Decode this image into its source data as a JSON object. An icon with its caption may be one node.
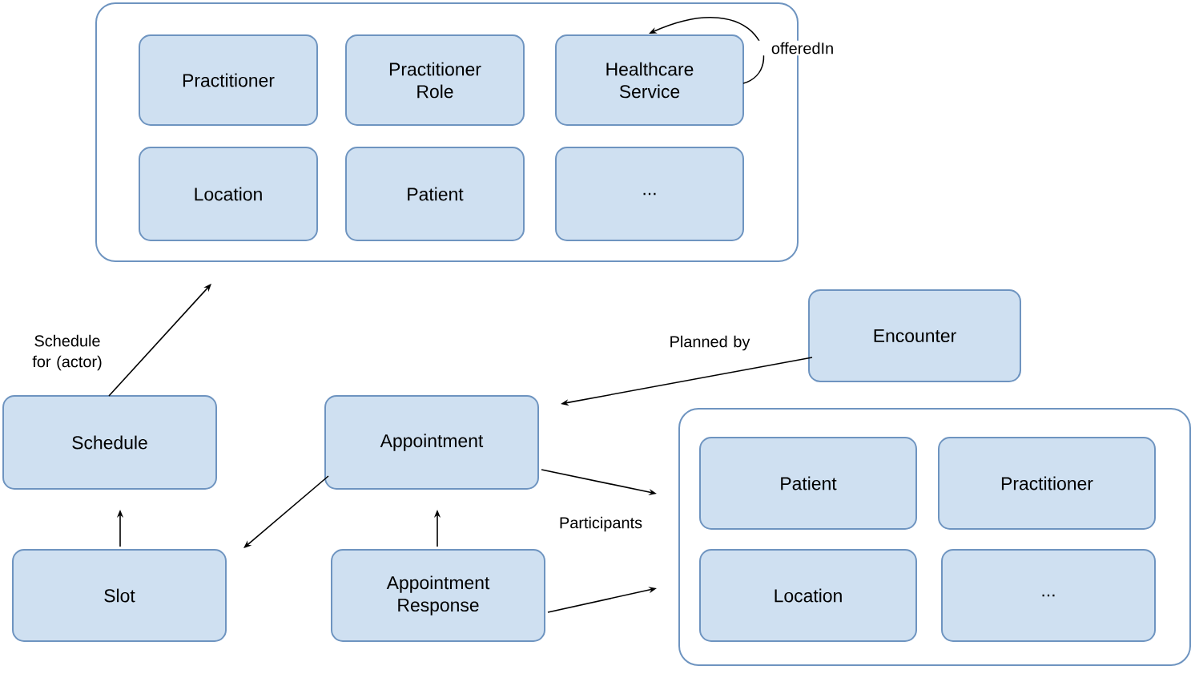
{
  "diagram": {
    "nodes": [
      {
        "text": [],
        "shape": "box"
      },
      {
        "text": [
          "Practitioner"
        ],
        "in": 0
      },
      {
        "text": [
          "Practitioner Role"
        ],
        "in": 0
      },
      {
        "text": [
          "Healthcare Service"
        ],
        "in": 0
      },
      {
        "text": [
          "Location"
        ],
        "in": 0
      },
      {
        "text": [
          "Patient"
        ],
        "in": 0
      },
      {
        "text": [
          "..."
        ],
        "in": 0
      },
      {
        "text": [
          "Schedule"
        ]
      },
      {
        "text": [
          "Appointment"
        ]
      },
      {
        "text": [
          "Encounter"
        ]
      },
      {
        "text": [],
        "shape": "box"
      },
      {
        "text": [
          "Patient"
        ],
        "in": 10
      },
      {
        "text": [
          "Practitioner"
        ],
        "in": 10
      },
      {
        "text": [
          "Location"
        ],
        "in": 10
      },
      {
        "text": [
          "..."
        ],
        "in": 10
      },
      {
        "text": [
          "Slot"
        ]
      },
      {
        "text": [
          "Appointment Response"
        ]
      }
    ],
    "edges": [
      {
        "from": 7,
        "to": 0,
        "arrow": "to",
        "label": "Schedule for (actor)"
      },
      {
        "from": 3,
        "to": 3,
        "arrow": "to",
        "label": "offeredIn"
      },
      {
        "from": 9,
        "to": 8,
        "arrow": "to",
        "label": "Planned by"
      },
      {
        "from": 8,
        "to": 10,
        "arrow": "to",
        "label": "Participants"
      },
      {
        "from": 16,
        "to": 10,
        "arrow": "to"
      },
      {
        "from": 8,
        "to": 15,
        "arrow": "to"
      },
      {
        "from": 15,
        "to": 7,
        "arrow": "to"
      },
      {
        "from": 16,
        "to": 8,
        "arrow": "to"
      }
    ]
  }
}
